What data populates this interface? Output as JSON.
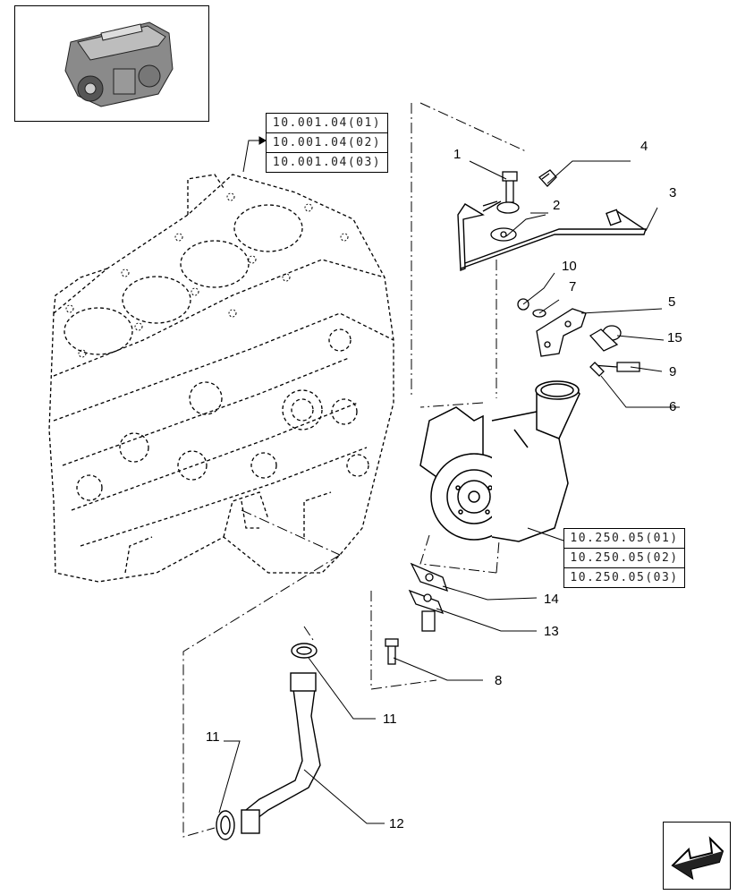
{
  "header_refs": [
    "10.001.04(01)",
    "10.001.04(02)",
    "10.001.04(03)"
  ],
  "turbo_refs": [
    "10.250.05(01)",
    "10.250.05(02)",
    "10.250.05(03)"
  ],
  "callouts": {
    "c1": "1",
    "c2": "2",
    "c3": "3",
    "c4": "4",
    "c5": "5",
    "c6": "6",
    "c7": "7",
    "c8": "8",
    "c9": "9",
    "c10": "10",
    "c11a": "11",
    "c11b": "11",
    "c12": "12",
    "c13": "13",
    "c14": "14",
    "c15": "15"
  },
  "icons": {
    "thumbnail": "engine-thumbnail-icon",
    "nav": "back-arrow-icon"
  }
}
